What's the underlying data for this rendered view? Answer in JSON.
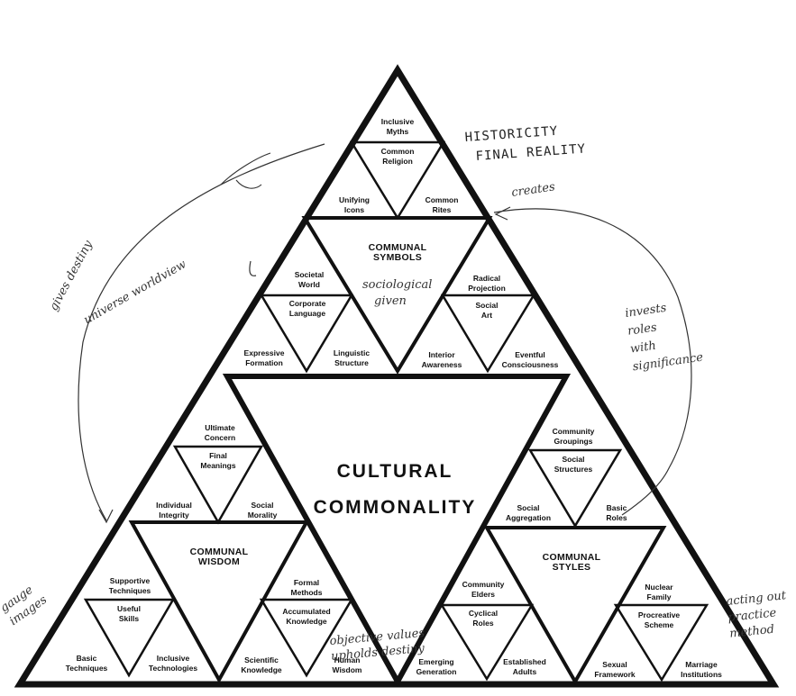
{
  "labels": {
    "inclusive_myths": "Inclusive\nMyths",
    "common_religion": "Common\nReligion",
    "unifying_icons": "Unifying\nIcons",
    "common_rites": "Common\nRites",
    "communal_symbols": "COMMUNAL\nSYMBOLS",
    "societal_world": "Societal\nWorld",
    "corporate_language": "Corporate\nLanguage",
    "expressive_formation": "Expressive\nFormation",
    "linguistic_structure": "Linguistic\nStructure",
    "radical_projection": "Radical\nProjection",
    "social_art": "Social\nArt",
    "interior_awareness": "Interior\nAwareness",
    "eventful_consciousness": "Eventful\nConsciousness",
    "cultural_commonality": "CULTURAL\nCOMMONALITY",
    "ultimate_concern": "Ultimate\nConcern",
    "final_meanings": "Final\nMeanings",
    "individual_integrity": "Individual\nIntegrity",
    "social_morality": "Social\nMorality",
    "community_groupings": "Community\nGroupings",
    "social_structures": "Social\nStructures",
    "social_aggregation": "Social\nAggregation",
    "basic_roles": "Basic\nRoles",
    "communal_wisdom": "COMMUNAL\nWISDOM",
    "supportive_techniques": "Supportive\nTechniques",
    "useful_skills": "Useful\nSkills",
    "basic_techniques": "Basic\nTechniques",
    "inclusive_technologies": "Inclusive\nTechnologies",
    "formal_methods": "Formal\nMethods",
    "accumulated_knowledge": "Accumulated\nKnowledge",
    "scientific_knowledge": "Scientific\nKnowledge",
    "human_wisdom": "Human\nWisdom",
    "communal_styles": "COMMUNAL\nSTYLES",
    "community_elders": "Community\nElders",
    "cyclical_roles": "Cyclical\nRoles",
    "emerging_generation": "Emerging\nGeneration",
    "established_adults": "Established\nAdults",
    "nuclear_family": "Nuclear\nFamily",
    "procreative_scheme": "Procreative\nScheme",
    "sexual_framework": "Sexual\nFramework",
    "marriage_institutions": "Marriage\nInstitutions"
  },
  "handwriting": {
    "historicity": "HISTORICITY",
    "final_reality": "FINAL REALITY",
    "sociological": "sociological",
    "given": "given",
    "creates": "creates",
    "invests_roles": "invests\nroles\nwith\nsignificance",
    "gives_destiny": "gives destiny",
    "universe_worldview": "universe worldview",
    "gauge_images": "gauge\nimages",
    "acting_out": "acting out\npractice\nmethod",
    "obj_values": "objective values\nupholds destiny"
  },
  "colors": {
    "ink": "#111111",
    "pencil": "#333333"
  }
}
